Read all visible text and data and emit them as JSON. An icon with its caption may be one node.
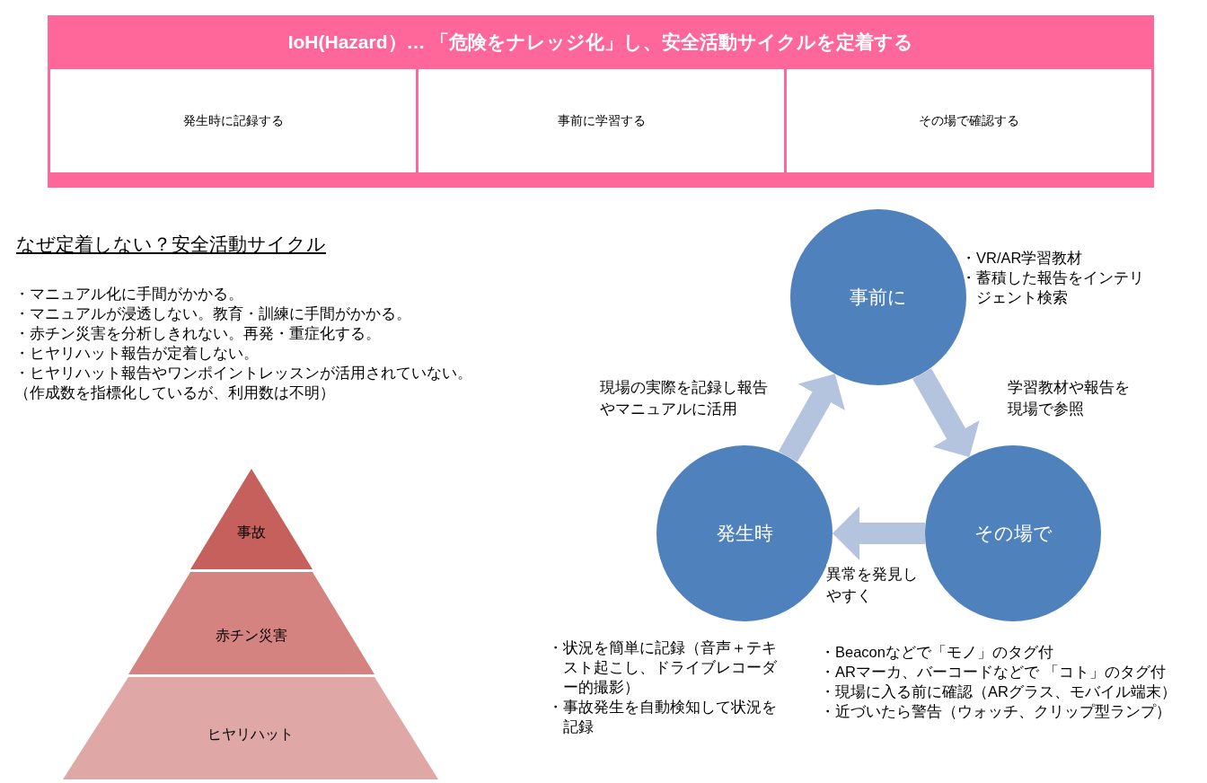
{
  "diagram": {
    "nodes": [
      {
        "text": [
          "IoH(Hazard）… 「危険をナレッジ化」し、安全活動サイクルを定着する"
        ]
      },
      {
        "text": [
          "発生時に記録する"
        ],
        "in": 0
      },
      {
        "text": [
          "事前に学習する"
        ],
        "in": 0
      },
      {
        "text": [
          "その場で確認する"
        ],
        "in": 0
      },
      {
        "text": [
          "事故"
        ]
      },
      {
        "text": [
          "赤チン災害"
        ]
      },
      {
        "text": [
          "ヒヤリハット"
        ]
      },
      {
        "text": [
          "事前に"
        ],
        "beside": [
          "・VR/AR学習教材",
          "・蓄積した報告をインテリジェント検索"
        ]
      },
      {
        "text": [
          "発生時"
        ],
        "beside": [
          "・状況を簡単に記録（音声＋テキスト起こし、ドライブレコーダー的撮影）",
          "・事故発生を自動検知して状況を記録"
        ]
      },
      {
        "text": [
          "その場で"
        ],
        "beside": [
          "・Beaconなどで「モノ」のタグ付",
          "・ARマーカ、バーコードなどで 「コト」のタグ付",
          "・現場に入る前に確認（ARグラス、モバイル端末）",
          "・近づいたら警告（ウォッチ、クリップ型ランプ）"
        ]
      }
    ],
    "edges": [
      {
        "from": 8,
        "to": 7,
        "arrow": "to",
        "label": "現場の実際を記録し報告やマニュアルに活用"
      },
      {
        "from": 7,
        "to": 9,
        "arrow": "to",
        "label": "学習教材や報告を現場で参照"
      },
      {
        "from": 9,
        "to": 8,
        "arrow": "to",
        "label": "異常を発見しやすく"
      }
    ],
    "labels": [
      "なぜ定着しない？安全活動サイクル",
      "・マニュアル化に手間がかかる。",
      "・マニュアルが浸透しない。教育・訓練に手間がかかる。",
      "・赤チン災害を分析しきれない。再発・重症化する。",
      "・ヒヤリハット報告が定着しない。",
      "・ヒヤリハット報告やワンポイントレッスンが活用されていない。",
      "（作成数を指標化しているが、利用数は不明）"
    ]
  }
}
